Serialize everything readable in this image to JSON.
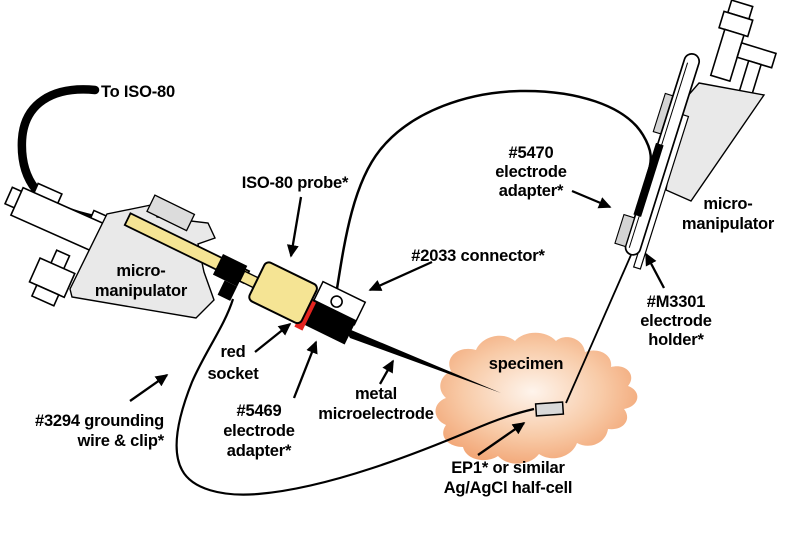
{
  "diagram": {
    "labels": {
      "to_iso80": "To ISO-80",
      "iso80_probe": "ISO-80 probe*",
      "connector_2033": "#2033 connector*",
      "adapter_5470": [
        "#5470",
        "electrode",
        "adapter*"
      ],
      "mm_left": [
        "micro-",
        "manipulator"
      ],
      "mm_right": [
        "micro-",
        "manipulator"
      ],
      "holder_m3301": [
        "#M3301",
        "electrode",
        "holder*"
      ],
      "specimen": "specimen",
      "ep1": [
        "EP1* or similar",
        "Ag/AgCl half-cell"
      ],
      "red_socket": [
        "red",
        "socket"
      ],
      "adapter_5469": [
        "#5469",
        "electrode",
        "adapter*"
      ],
      "microelectrode": [
        "metal",
        "microelectrode"
      ],
      "grounding": [
        "#3294 grounding",
        "wire & clip*"
      ]
    },
    "colors": {
      "probe_yellow": "#F5E494",
      "socket_red": "#E52420",
      "manipulator_gray": "#E9E9E9",
      "clamp_gray": "#DCDCDC",
      "tab_gray": "#D4D4D4",
      "half_cell_gray": "#D9D9D9",
      "specimen_outer": "#F1A06E",
      "specimen_mid": "#F8CBA8",
      "specimen_inner": "#FEF4EC",
      "line_black": "#000000",
      "background": "#FFFFFF"
    }
  }
}
